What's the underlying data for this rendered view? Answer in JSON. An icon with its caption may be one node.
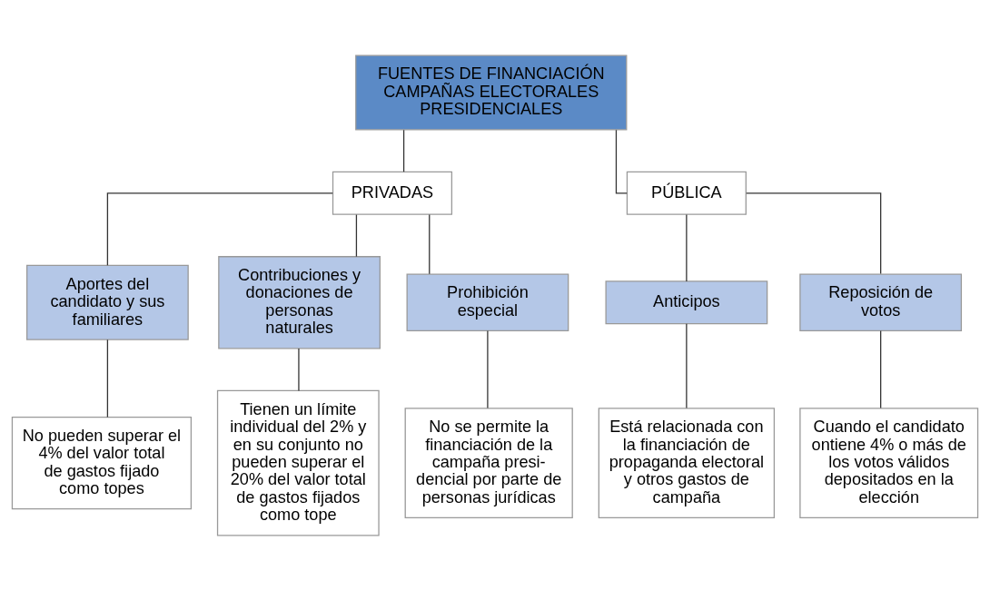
{
  "diagram": {
    "nodes": [
      {
        "text": [
          "FUENTES DE FINANCIACIÓN CAMPAÑAS ELECTORALES PRESIDENCIALES"
        ]
      },
      {
        "text": [
          "PRIVADAS"
        ]
      },
      {
        "text": [
          "PÚBLICA"
        ]
      },
      {
        "text": [
          "Aportes del candidato y sus familiares"
        ]
      },
      {
        "text": [
          "Contribuciones y donaciones de personas naturales"
        ]
      },
      {
        "text": [
          "Prohibición especial"
        ]
      },
      {
        "text": [
          "Anticipos"
        ]
      },
      {
        "text": [
          "Reposición de votos"
        ]
      },
      {
        "text": [
          "No pueden superar el 4% del valor total de gastos fijado como topes"
        ]
      },
      {
        "text": [
          "Tienen un límite individual del 2% y en su conjunto no pueden superar el 20% del valor total de gastos fijados como tope"
        ]
      },
      {
        "text": [
          "No se permite la financiación de la campaña presi- dencial por parte de personas jurídicas"
        ]
      },
      {
        "text": [
          "Está relacionada con la financiación de propaganda electoral y otros gastos de campaña"
        ]
      },
      {
        "text": [
          "Cuando el candidato ontiene 4% o más de los votos válidos depositados en la elección"
        ]
      }
    ],
    "edges": [
      {
        "from": 0,
        "to": 1,
        "arrow": "none"
      },
      {
        "from": 0,
        "to": 2,
        "arrow": "none"
      },
      {
        "from": 1,
        "to": 3,
        "arrow": "none"
      },
      {
        "from": 1,
        "to": 4,
        "arrow": "none"
      },
      {
        "from": 1,
        "to": 5,
        "arrow": "none"
      },
      {
        "from": 2,
        "to": 6,
        "arrow": "none"
      },
      {
        "from": 2,
        "to": 7,
        "arrow": "none"
      },
      {
        "from": 3,
        "to": 8,
        "arrow": "none"
      },
      {
        "from": 4,
        "to": 9,
        "arrow": "none"
      },
      {
        "from": 5,
        "to": 10,
        "arrow": "none"
      },
      {
        "from": 6,
        "to": 11,
        "arrow": "none"
      },
      {
        "from": 7,
        "to": 12,
        "arrow": "none"
      }
    ]
  }
}
